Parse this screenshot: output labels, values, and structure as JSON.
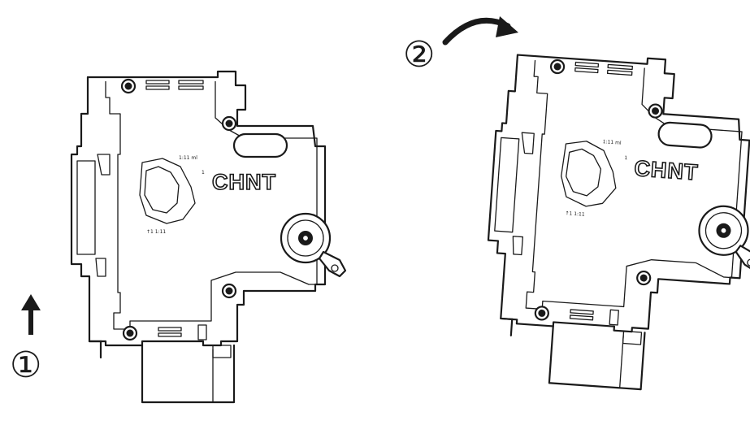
{
  "steps": [
    {
      "marker": "①",
      "motion": "push up",
      "arrow_icon": "arrow-up-icon"
    },
    {
      "marker": "②",
      "motion": "rotate clockwise",
      "arrow_icon": "curved-arrow-clockwise-icon"
    }
  ],
  "device": {
    "brand_label": "CHNT"
  },
  "colors": {
    "line": "#1a1a1a",
    "background": "#ffffff"
  }
}
